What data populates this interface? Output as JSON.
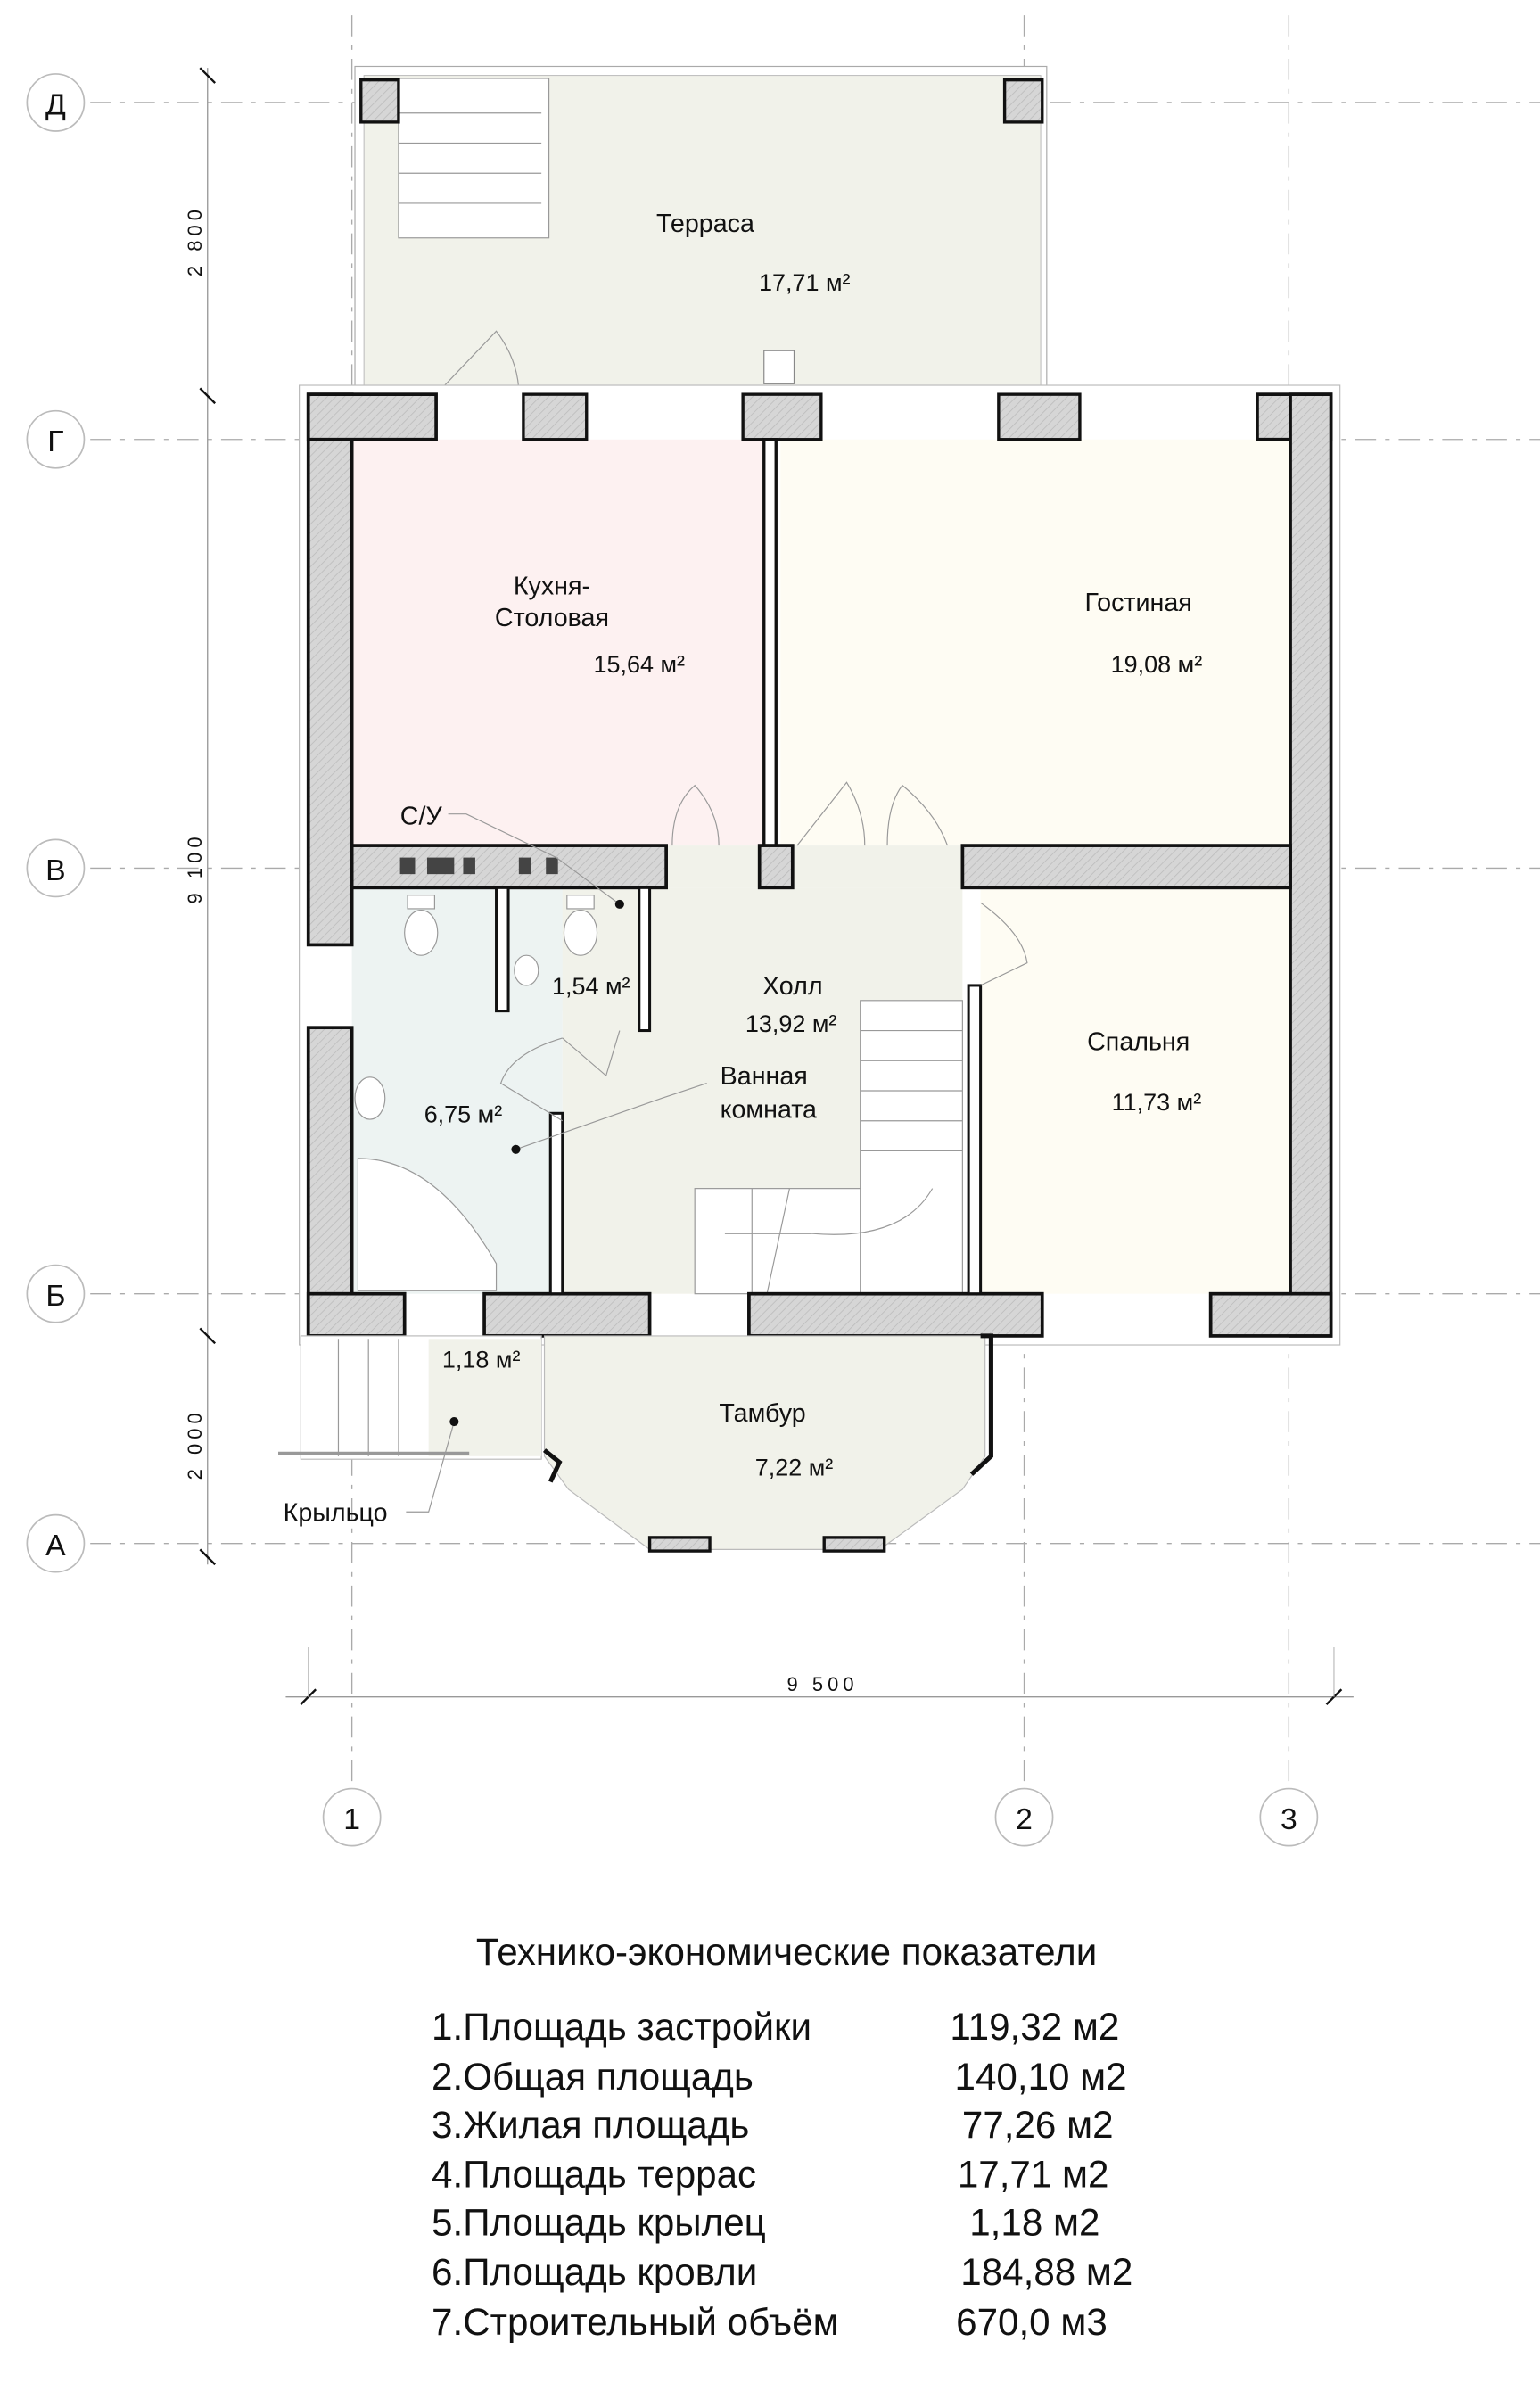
{
  "axes": {
    "rows": [
      "Д",
      "Г",
      "В",
      "Б",
      "А"
    ],
    "columns": [
      "1",
      "2",
      "3"
    ]
  },
  "dimensions": {
    "vertical": [
      "2 800",
      "9 100",
      "2 000"
    ],
    "horizontal": "9 500"
  },
  "rooms": {
    "terrace": {
      "name": "Терраса",
      "area": "17,71 м²"
    },
    "kitchen": {
      "name_line1": "Кухня-",
      "name_line2": "Столовая",
      "area": "15,64 м²"
    },
    "living": {
      "name": "Гостиная",
      "area": "19,08 м²"
    },
    "wc": {
      "name": "С/У",
      "area": "1,54 м²"
    },
    "hall": {
      "name": "Холл",
      "area": "13,92 м²"
    },
    "bathroom": {
      "name_line1": "Ванная",
      "name_line2": "комната",
      "area": "6,75 м²"
    },
    "bedroom": {
      "name": "Спальня",
      "area": "11,73 м²"
    },
    "tambour": {
      "name": "Тамбур",
      "area": "7,22 м²"
    },
    "porch": {
      "name": "Крыльцо",
      "area": "1,18 м²"
    }
  },
  "colors": {
    "kitchen": "#fdf1f1",
    "living": "#fefcf3",
    "bath": "#edf3f2",
    "hall": "#f1f2ea",
    "wall": "#d6d6d6"
  },
  "indicators": {
    "title": "Технико-экономические показатели",
    "rows": [
      {
        "label": "1.Площадь застройки",
        "value": "119,32 м2"
      },
      {
        "label": "2.Общая площадь",
        "value": "140,10 м2"
      },
      {
        "label": "3.Жилая площадь",
        "value": "77,26 м2"
      },
      {
        "label": "4.Площадь террас",
        "value": "17,71 м2"
      },
      {
        "label": "5.Площадь крылец",
        "value": "1,18 м2"
      },
      {
        "label": "6.Площадь кровли",
        "value": "184,88 м2"
      },
      {
        "label": "7.Строительный объём",
        "value": "670,0 м3"
      }
    ]
  }
}
